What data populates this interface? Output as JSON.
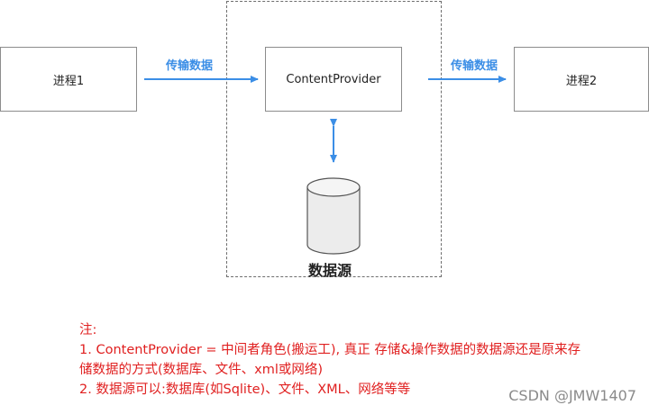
{
  "diagram": {
    "process1": "进程1",
    "process2": "进程2",
    "provider": "ContentProvider",
    "arrow_left_label": "传输数据",
    "arrow_right_label": "传输数据",
    "datasource_label": "数据源"
  },
  "notes": {
    "heading": "注:",
    "line1": "1. ContentProvider = 中间者角色(搬运工), 真正 存储&操作数据的数据源还是原来存",
    "line2": "储数据的方式(数据库、文件、xml或网络)",
    "line3": "2. 数据源可以:数据库(如Sqlite)、文件、XML、网络等等"
  },
  "watermark": "CSDN @JMW1407",
  "colors": {
    "arrow": "#3b8ee6",
    "note": "#e02020"
  }
}
